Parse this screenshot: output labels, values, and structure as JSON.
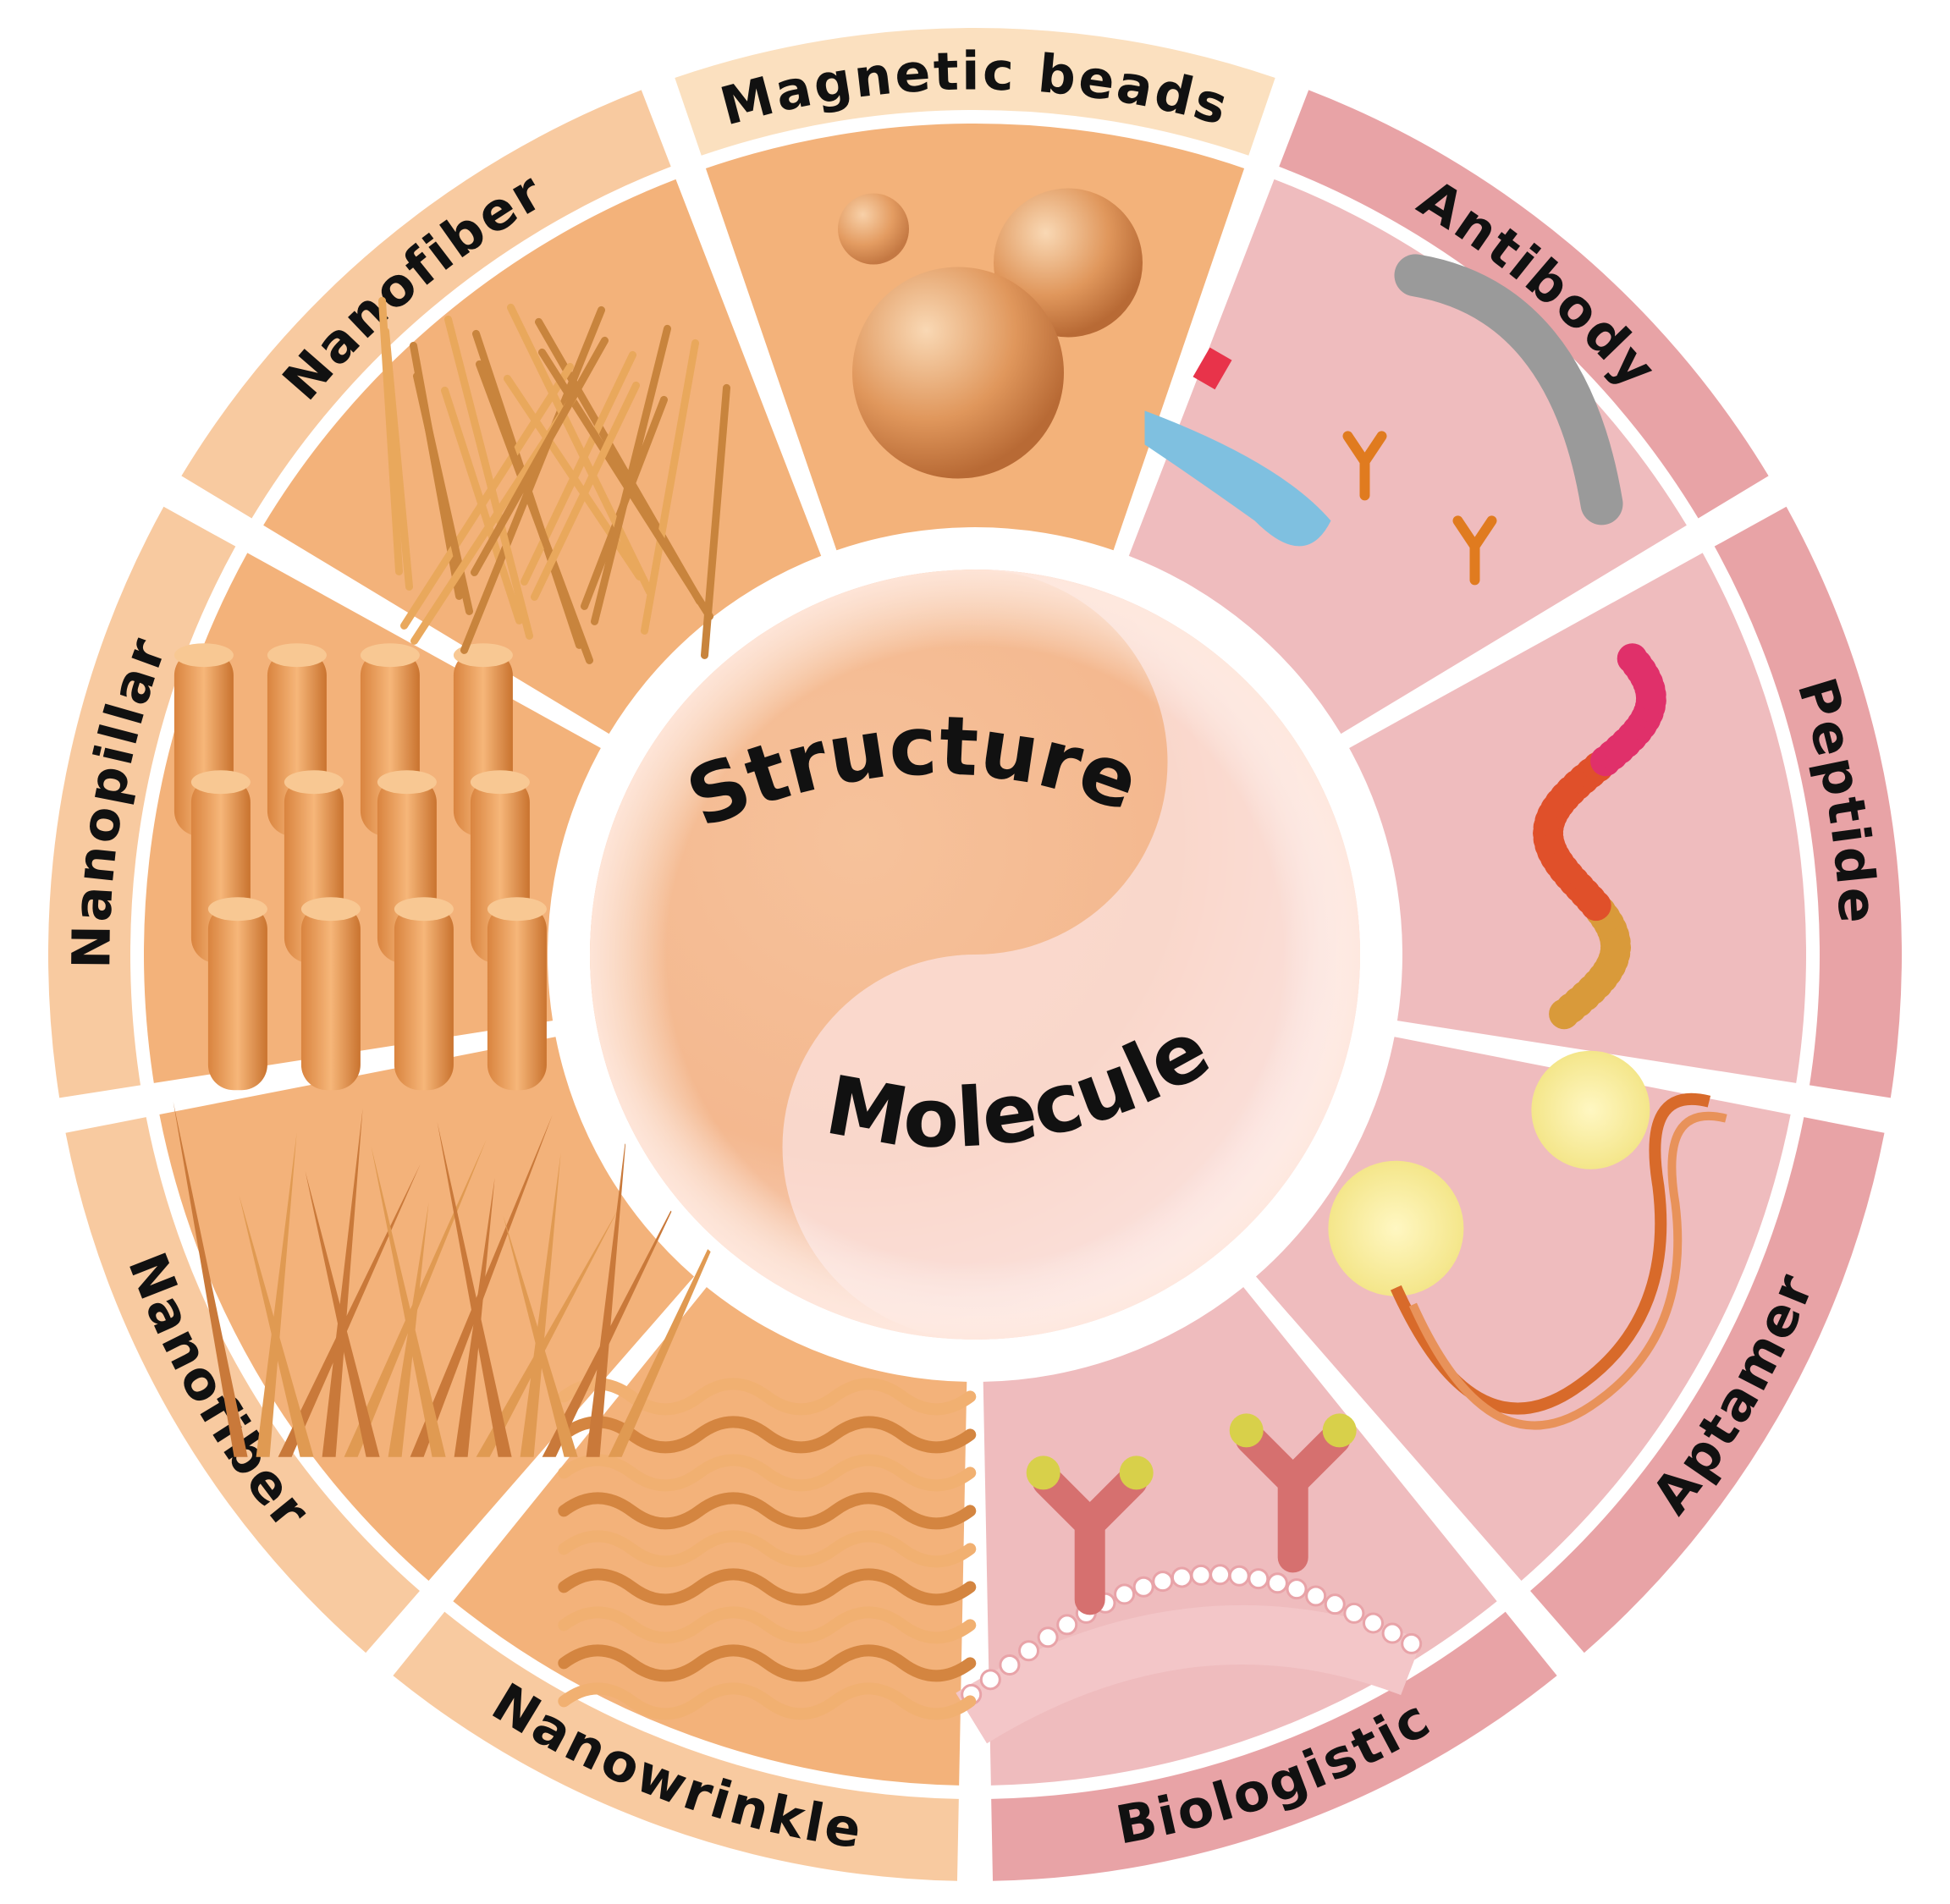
{
  "center": {
    "top_label": "Structure",
    "bottom_label": "Molecule"
  },
  "segments": [
    {
      "id": "magnetic-beads",
      "label": "Magnetic beads",
      "group": "structure",
      "icon": "magnetic-beads-icon"
    },
    {
      "id": "antibody",
      "label": "Antibody",
      "group": "molecule",
      "icon": "antibody-icon"
    },
    {
      "id": "peptide",
      "label": "Peptide",
      "group": "molecule",
      "icon": "peptide-icon"
    },
    {
      "id": "aptamer",
      "label": "Aptamer",
      "group": "molecule",
      "icon": "aptamer-icon"
    },
    {
      "id": "biologistic",
      "label": "Biologistic",
      "group": "molecule",
      "icon": "biologistic-icon"
    },
    {
      "id": "nanowrinkle",
      "label": "Nanowrinkle",
      "group": "structure",
      "icon": "nanowrinkle-icon"
    },
    {
      "id": "nanofiber-bottom",
      "label": "Nanofiber",
      "group": "structure",
      "icon": "nanoneedle-icon"
    },
    {
      "id": "nanopillar",
      "label": "Nanopillar",
      "group": "structure",
      "icon": "nanopillar-icon"
    },
    {
      "id": "nanofiber-top",
      "label": "Nanofiber",
      "group": "structure",
      "icon": "nanofiber-icon"
    }
  ],
  "colors": {
    "structure_band": "#f8caa0",
    "structure_panel": "#f3b27a",
    "molecule_band": "#e8a3a6",
    "molecule_panel": "#efbcbe",
    "beads_band": "#fbe0bf",
    "center_warm": "#f3a673",
    "center_cool": "#fbe3e2"
  }
}
